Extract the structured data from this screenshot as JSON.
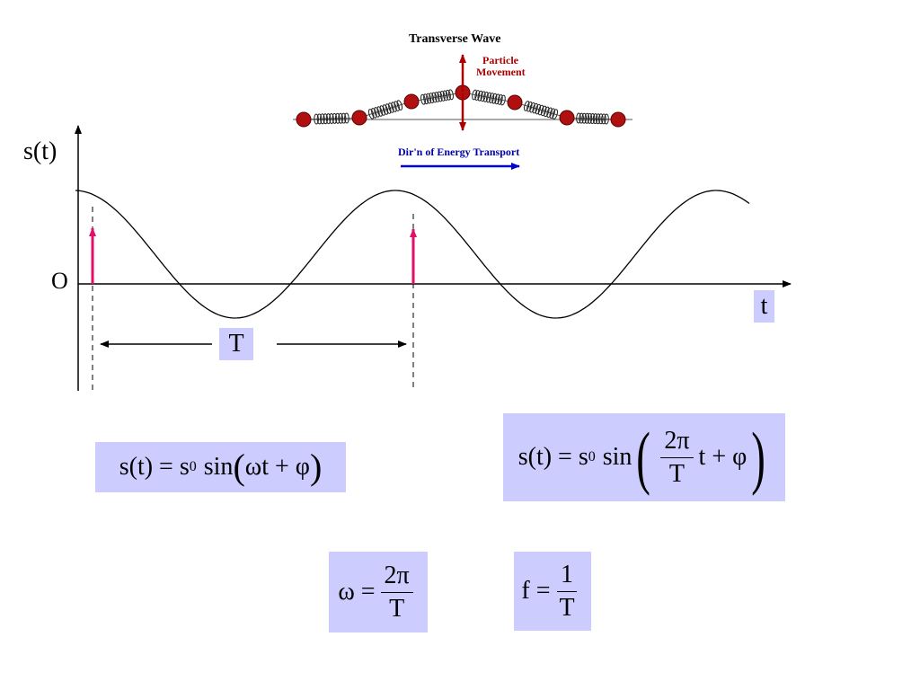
{
  "illustration": {
    "title": "Transverse Wave",
    "particle_label_line1": "Particle",
    "particle_label_line2": "Movement",
    "energy_label": "Dir'n of Energy Transport",
    "colors": {
      "bead": "#b01010",
      "arrow_red": "#aa0000",
      "arrow_blue": "#0000cc"
    }
  },
  "graph": {
    "y_axis_label": "s(t)",
    "origin_label": "O",
    "x_axis_label": "t",
    "period_label": "T",
    "colors": {
      "marker": "#e0106a",
      "box": "#ccccff"
    }
  },
  "formulas": {
    "f1": {
      "lhs": "s(t) = s",
      "sub": "0",
      "fn": "sin",
      "open": "(",
      "arg": "ωt + φ",
      "close": ")"
    },
    "f2": {
      "lhs": "s(t) = s",
      "sub": "0",
      "fn": "sin",
      "open": "(",
      "num": "2π",
      "den": "T",
      "rest": "t + φ",
      "close": ")"
    },
    "f3": {
      "lhs": "ω =",
      "num": "2π",
      "den": "T"
    },
    "f4": {
      "lhs": "f =",
      "num": "1",
      "den": "T"
    }
  }
}
